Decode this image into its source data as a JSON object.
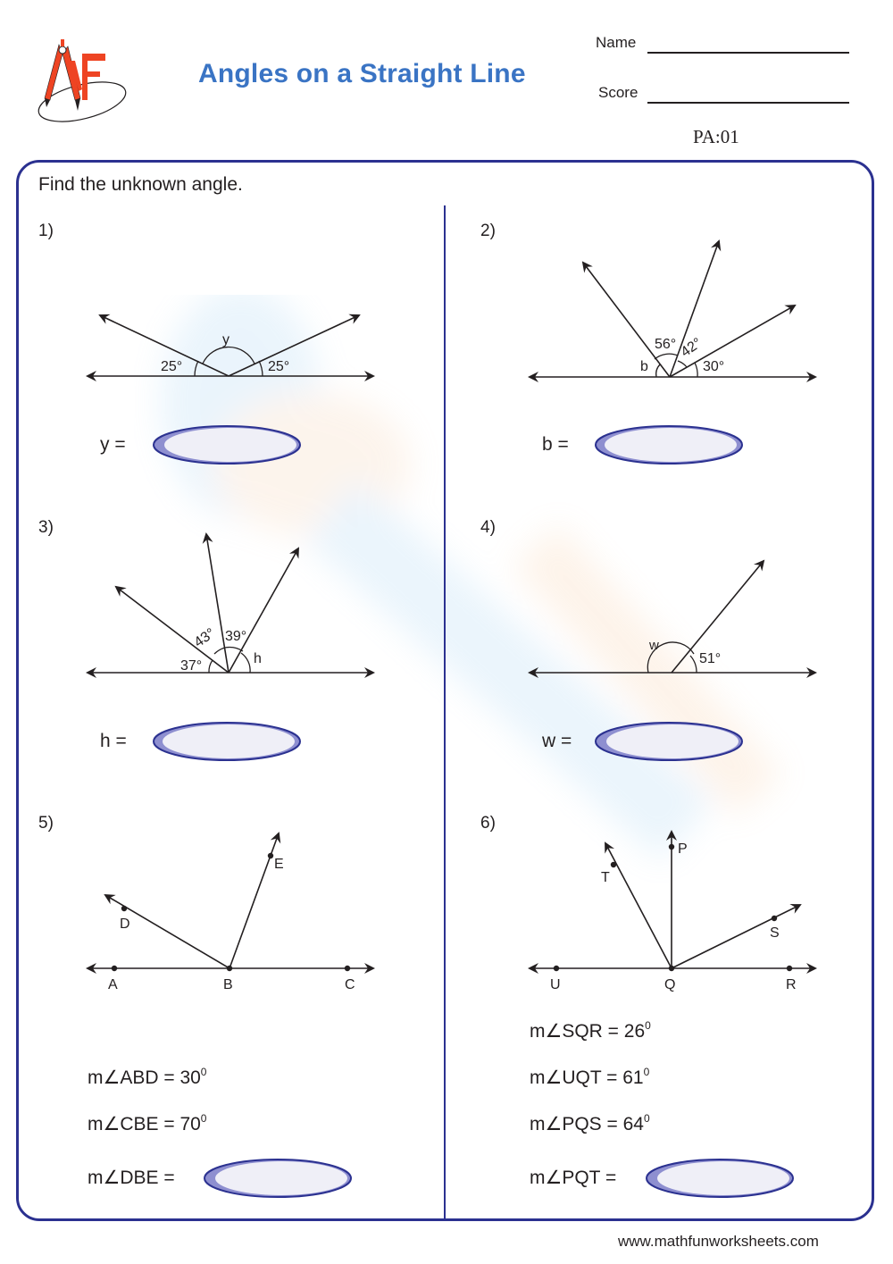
{
  "header": {
    "logo_text": "MF",
    "title": "Angles on a Straight Line",
    "name_label": "Name",
    "score_label": "Score",
    "code": "PA:01"
  },
  "instructions": "Find the unknown angle.",
  "problems": [
    {
      "number": "1)",
      "labels": {
        "left_angle": "25°",
        "right_angle": "25°",
        "unknown": "y"
      },
      "equation_label": "y  ="
    },
    {
      "number": "2)",
      "labels": {
        "unknown": "b",
        "a1": "56°",
        "a2": "42°",
        "a3": "30°"
      },
      "equation_label": "b  ="
    },
    {
      "number": "3)",
      "labels": {
        "a1": "37°",
        "a2": "43°",
        "a3": "39°",
        "unknown": "h"
      },
      "equation_label": "h  ="
    },
    {
      "number": "4)",
      "labels": {
        "unknown": "w",
        "a1": "51°"
      },
      "equation_label": "w  ="
    },
    {
      "number": "5)",
      "points": [
        "A",
        "B",
        "C",
        "D",
        "E"
      ],
      "given": [
        {
          "angle": "m∠ABD  =  ",
          "value": "30",
          "unit": "0"
        },
        {
          "angle": "m∠CBE  =  ",
          "value": "70",
          "unit": "0"
        }
      ],
      "equation_label": "m∠DBE  ="
    },
    {
      "number": "6)",
      "points": [
        "U",
        "Q",
        "R",
        "P",
        "T",
        "S"
      ],
      "given": [
        {
          "angle": "m∠SQR  =  ",
          "value": "26",
          "unit": "0"
        },
        {
          "angle": "m∠UQT  =  ",
          "value": "61",
          "unit": "0"
        },
        {
          "angle": "m∠PQS  =  ",
          "value": "64",
          "unit": "0"
        }
      ],
      "equation_label": "m∠PQT  ="
    }
  ],
  "footer": {
    "website": "www.mathfunworksheets.com"
  },
  "colors": {
    "title": "#3a74c4",
    "frame": "#2b3190",
    "logo": "#ee4423",
    "oval_fill": "#efeff7",
    "oval_edge": "#8e8fd0"
  }
}
